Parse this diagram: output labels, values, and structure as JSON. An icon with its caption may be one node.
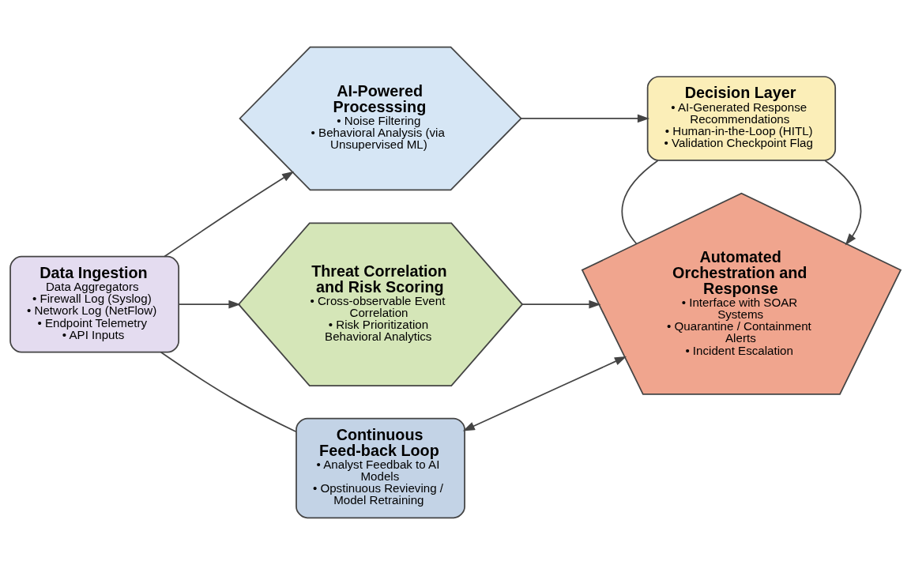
{
  "diagram": {
    "nodes": [
      {
        "text": [
          "Data Ingestion",
          "Data Aggregators",
          "• Firewall Log (Syslog)",
          "• Network Log (NetFlow)",
          "• Endpoint Telemetry",
          "• API Inputs"
        ]
      },
      {
        "text": [
          "AI-Powered Processsing",
          "• Noise Filtering",
          "• Behavioral Analysis (via Unsupervised ML)"
        ]
      },
      {
        "text": [
          "Decision Layer",
          "• AI-Generated Response Recommendations",
          "• Human-in-the-Loop (HITL)",
          "• Validation Checkpoint Flag"
        ]
      },
      {
        "text": [
          "Threat Correlation and Risk Scoring",
          "• Cross-observable Event Correlation",
          "• Risk Prioritization Behavioral Analytics"
        ]
      },
      {
        "text": [
          "Automated Orchestration and Response",
          "• Interface with SOAR Systems",
          "• Quarantine / Containment Alerts",
          "• Incident Escalation"
        ]
      },
      {
        "text": [
          "Continuous Feed-back Loop",
          "• Analyst Feedbak to AI Models",
          "• Opstinuous Revieving / Model Retraining"
        ]
      }
    ],
    "edges": [
      {
        "from": 0,
        "to": 1,
        "arrow": "to"
      },
      {
        "from": 0,
        "to": 3,
        "arrow": "to"
      },
      {
        "from": 0,
        "to": 5,
        "arrow": "none"
      },
      {
        "from": 1,
        "to": 2,
        "arrow": "to"
      },
      {
        "from": 2,
        "to": 4,
        "arrow": "to"
      },
      {
        "from": 2,
        "to": 4,
        "arrow": "none"
      },
      {
        "from": 3,
        "to": 4,
        "arrow": "to"
      },
      {
        "from": 4,
        "to": 5,
        "arrow": "both"
      }
    ]
  }
}
